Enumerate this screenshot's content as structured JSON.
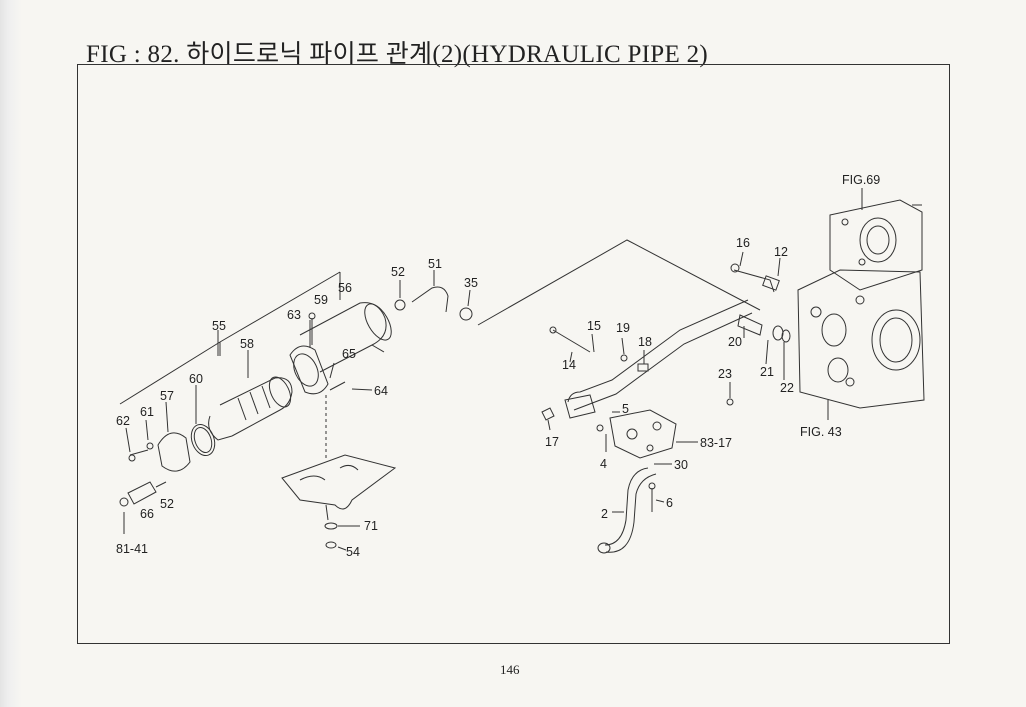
{
  "page": {
    "title": "FIG : 82. 하이드로닉 파이프 관계(2)(HYDRAULIC PIPE 2)",
    "page_number": "146"
  },
  "refs": {
    "fig69": "FIG.69",
    "fig43": "FIG. 43"
  },
  "labels": {
    "l55": "55",
    "l56": "56",
    "l59": "59",
    "l63": "63",
    "l58": "58",
    "l65": "65",
    "l64": "64",
    "l60": "60",
    "l57": "57",
    "l61": "61",
    "l62": "62",
    "l52a": "52",
    "l52b": "52",
    "l66": "66",
    "l8141": "81-41",
    "l51": "51",
    "l35": "35",
    "l71": "71",
    "l54": "54",
    "l15": "15",
    "l19": "19",
    "l18": "18",
    "l14": "14",
    "l17": "17",
    "l5": "5",
    "l4": "4",
    "l8317": "83-17",
    "l30": "30",
    "l6": "6",
    "l2": "2",
    "l16": "16",
    "l12": "12",
    "l20": "20",
    "l21": "21",
    "l22": "22",
    "l23": "23"
  }
}
